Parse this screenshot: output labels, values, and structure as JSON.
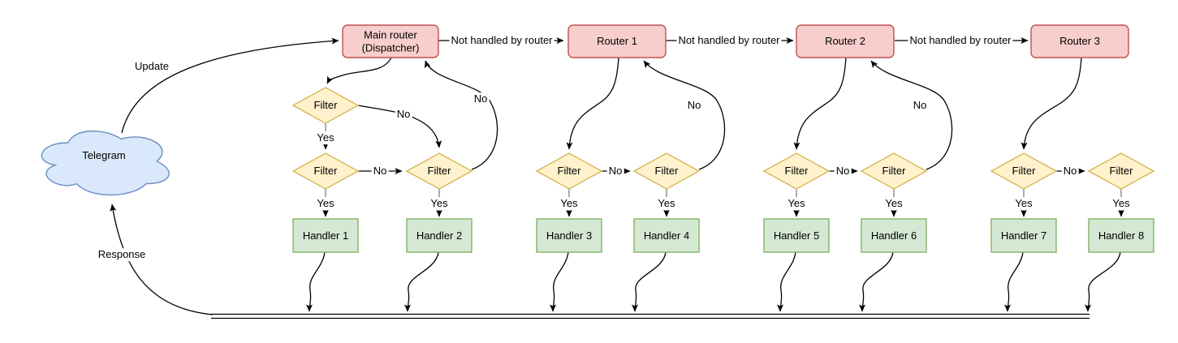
{
  "colors": {
    "background": "#ffffff",
    "edge": "#000000",
    "stub": "#808080",
    "text": "#000000",
    "cloud_fill": "#dae8fc",
    "cloud_stroke": "#6c8ebf",
    "router_fill": "#f8cecc",
    "router_stroke": "#b85450",
    "filter_fill": "#fff2cc",
    "filter_stroke": "#d6b656",
    "handler_fill": "#d5e8d4",
    "handler_stroke": "#82b366"
  },
  "nodes": {
    "cloud_label": "Telegram",
    "routers": [
      {
        "line1": "Main router",
        "line2": "(Dispatcher)"
      },
      {
        "line1": "Router 1"
      },
      {
        "line1": "Router 2"
      },
      {
        "line1": "Router 3"
      }
    ],
    "filters": [
      "Filter",
      "Filter",
      "Filter",
      "Filter",
      "Filter",
      "Filter",
      "Filter",
      "Filter",
      "Filter"
    ],
    "handlers": [
      "Handler 1",
      "Handler 2",
      "Handler 3",
      "Handler 4",
      "Handler 5",
      "Handler 6",
      "Handler 7",
      "Handler 8"
    ]
  },
  "edge_labels": {
    "update": "Update",
    "response": "Response",
    "not_handled": "Not handled by router",
    "yes": "Yes",
    "no": "No"
  }
}
